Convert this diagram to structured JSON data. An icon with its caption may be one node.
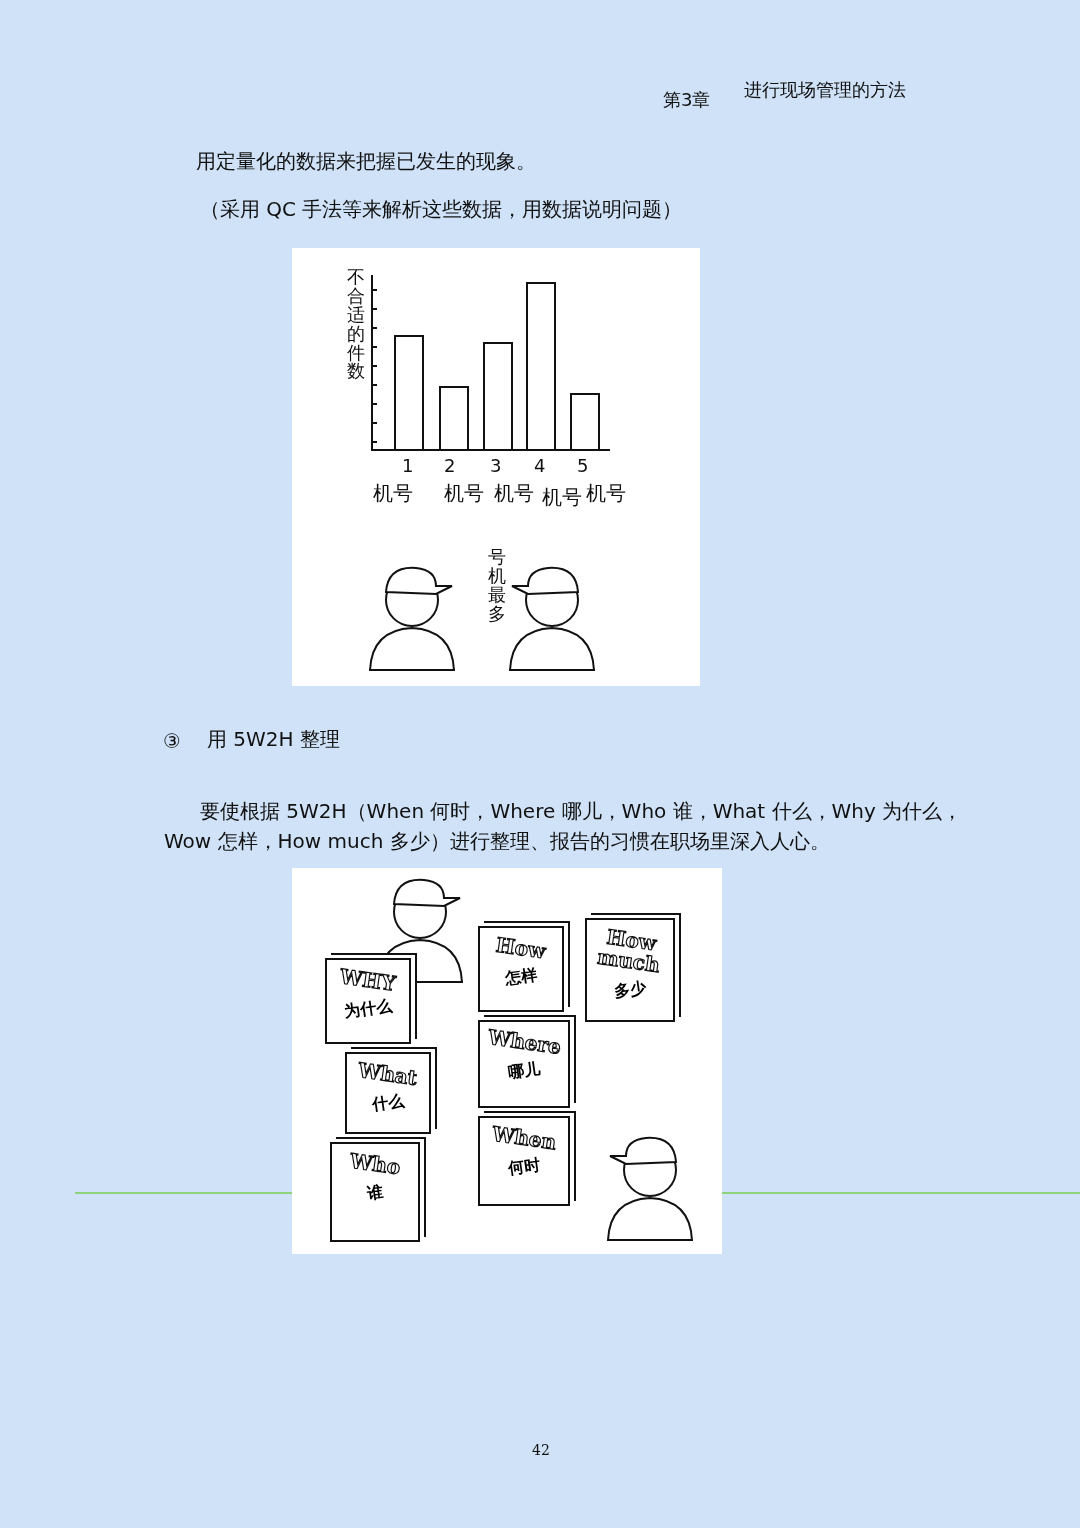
{
  "diagram": {
    "nodes": [
      {
        "text": [
          "How much",
          "多少"
        ]
      },
      {
        "text": [
          "How",
          "怎样"
        ]
      },
      {
        "text": [
          "WHY",
          "为什么"
        ]
      },
      {
        "text": [
          "Where",
          "哪儿"
        ]
      },
      {
        "text": [
          "What",
          "什么"
        ]
      },
      {
        "text": [
          "When",
          "何时"
        ]
      },
      {
        "text": [
          "Who",
          "谁"
        ]
      }
    ],
    "edges": [],
    "labels": [
      "第3章",
      "进行现场管理的方法",
      "用定量化的数据来把握已发生的现象。",
      "（采用 QC 手法等来解析这些数据，用数据说明问题）",
      "不合适的件数",
      "1",
      "2",
      "3",
      "4",
      "5",
      "机号",
      "机号",
      "机号",
      "机号",
      "机号",
      "号机最多",
      "③",
      "用 5W2H 整理",
      "要使根据 5W2H（When 何时，Where 哪儿，Who 谁，What 什么，Why 为什么，Wow 怎样，How much 多少）进行整理、报告的习惯在职场里深入人心。",
      "42"
    ]
  }
}
